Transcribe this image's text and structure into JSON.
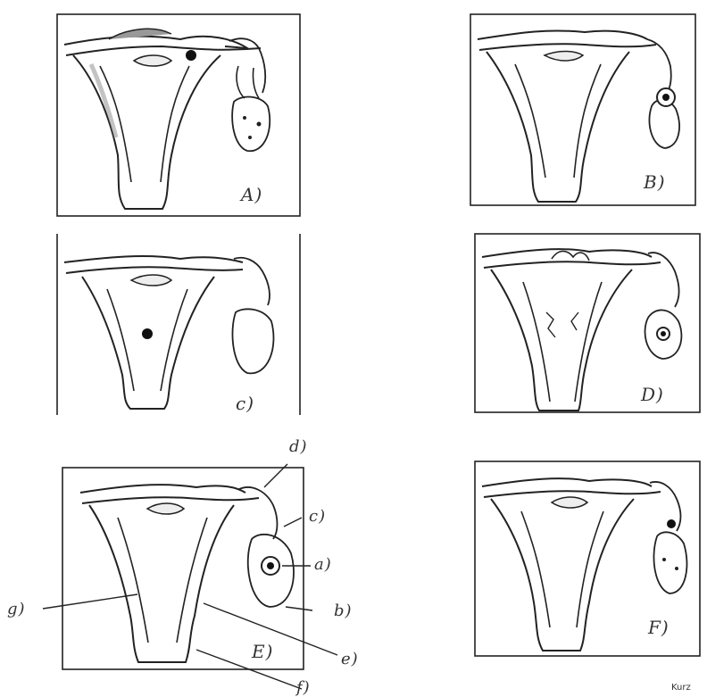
{
  "panels": [
    {
      "id": "A",
      "label": "A)"
    },
    {
      "id": "B",
      "label": "B)"
    },
    {
      "id": "C",
      "label": "c)"
    },
    {
      "id": "D",
      "label": "D)"
    },
    {
      "id": "E",
      "label": "E)"
    },
    {
      "id": "F",
      "label": "F)"
    }
  ],
  "part_labels": {
    "a": "a)",
    "b": "b)",
    "c": "c)",
    "d": "d)",
    "e": "e)",
    "f": "f)",
    "g": "g)"
  },
  "credit": "Kurz"
}
